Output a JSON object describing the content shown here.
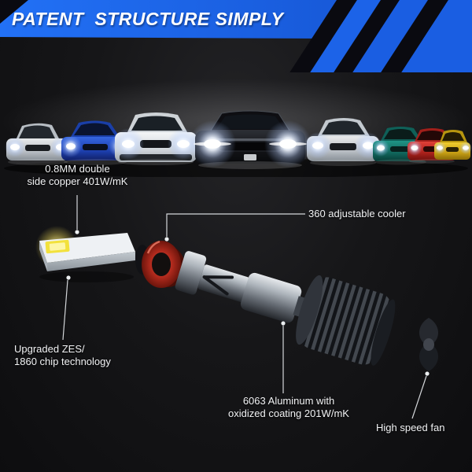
{
  "banner": {
    "title": "PATENT  STRUCTURE SIMPLY",
    "color": "#1a5fe0"
  },
  "hero": {
    "subject": "row of cars with LED headlights on",
    "cars": [
      "silver sedan",
      "blue sedan",
      "white suv",
      "black sedan",
      "silver sedan",
      "teal sedan",
      "red car",
      "yellow car"
    ]
  },
  "callouts": {
    "copper": "0.8MM double\nside copper 401W/mK",
    "cooler": "360 adjustable cooler",
    "chip": "Upgraded ZES/\n1860 chip technology",
    "aluminum": "6063 Aluminum with\noxidized coating 201W/mK",
    "fan": "High speed fan"
  },
  "colors": {
    "background": "#121214",
    "banner_blue": "#1a5fe0",
    "led_chip_yellow": "#f2e13c",
    "cooler_red": "#b02a1d",
    "text": "#f2f3f5"
  }
}
